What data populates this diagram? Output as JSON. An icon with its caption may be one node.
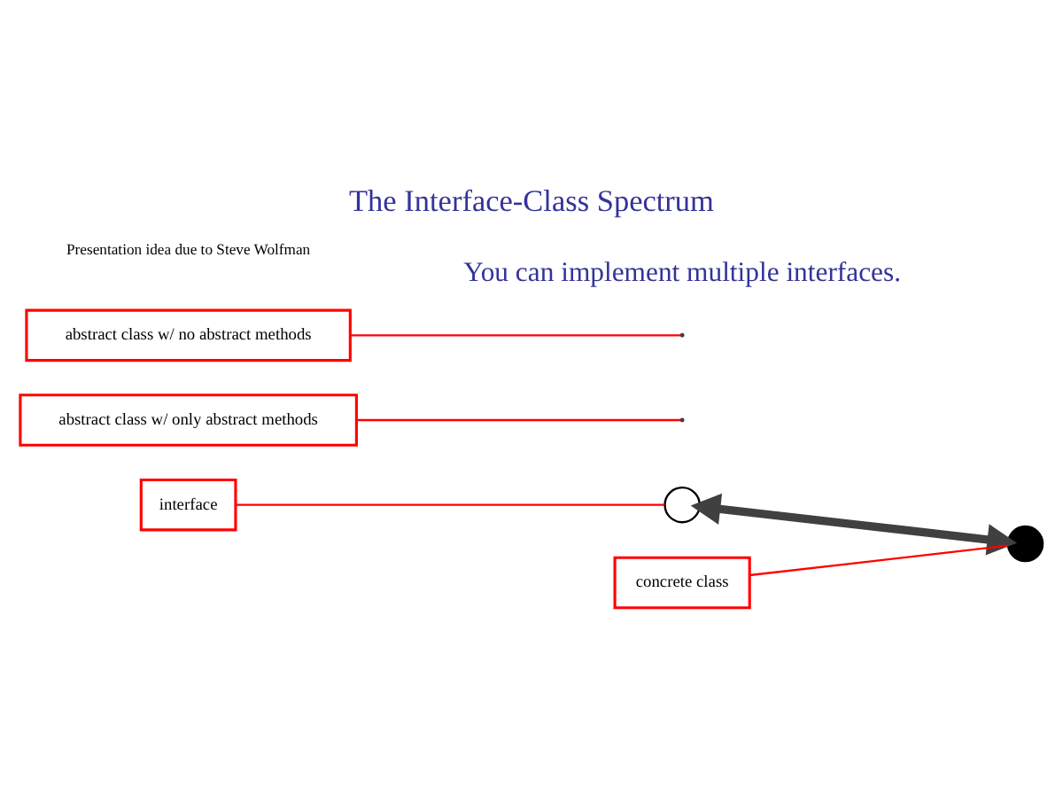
{
  "diagram": {
    "title": "The Interface-Class Spectrum",
    "nodes": [
      {
        "text": [
          "interface"
        ]
      },
      {
        "text": [
          "abstract class w/ only abstract methods"
        ]
      },
      {
        "text": [],
        "shape": "circle"
      },
      {
        "text": [],
        "shape": "circle"
      },
      {
        "text": [
          "abstract class w/ no abstract methods"
        ]
      },
      {
        "text": [
          "concrete class"
        ]
      }
    ],
    "edges": [
      {
        "from": 0,
        "to": 2,
        "arrow": "none"
      },
      {
        "from": 1,
        "to": null,
        "arrow": "none"
      },
      {
        "from": 2,
        "to": 3,
        "arrow": "both",
        "style": "thick",
        "color": "#404040"
      },
      {
        "from": 4,
        "to": null,
        "arrow": "none"
      },
      {
        "from": 5,
        "to": 3,
        "arrow": "none"
      }
    ],
    "labels": [
      "You can implement multiple interfaces.",
      "Presentation idea due to Steve Wolfman"
    ]
  }
}
